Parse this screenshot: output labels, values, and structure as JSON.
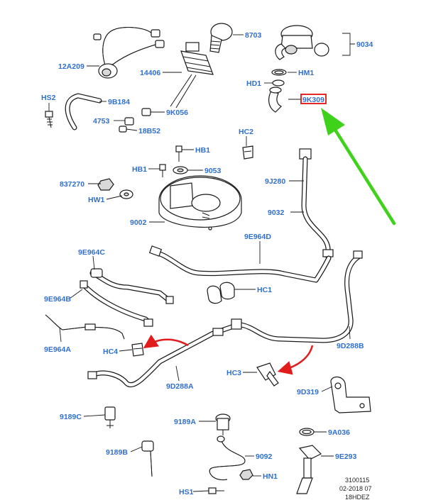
{
  "diagram": {
    "labels": [
      {
        "id": "12A209",
        "text": "12A209"
      },
      {
        "id": "8703",
        "text": "8703"
      },
      {
        "id": "9034",
        "text": "9034"
      },
      {
        "id": "14406",
        "text": "14406"
      },
      {
        "id": "HM1",
        "text": "HM1"
      },
      {
        "id": "HD1",
        "text": "HD1"
      },
      {
        "id": "HS2",
        "text": "HS2"
      },
      {
        "id": "9B184",
        "text": "9B184"
      },
      {
        "id": "9K309",
        "text": "9K309"
      },
      {
        "id": "4753",
        "text": "4753"
      },
      {
        "id": "9K056",
        "text": "9K056"
      },
      {
        "id": "18B52",
        "text": "18B52"
      },
      {
        "id": "HC2",
        "text": "HC2"
      },
      {
        "id": "HB1a",
        "text": "HB1"
      },
      {
        "id": "HB1b",
        "text": "HB1"
      },
      {
        "id": "9053",
        "text": "9053"
      },
      {
        "id": "9J280",
        "text": "9J280"
      },
      {
        "id": "837270",
        "text": "837270"
      },
      {
        "id": "HW1",
        "text": "HW1"
      },
      {
        "id": "9032",
        "text": "9032"
      },
      {
        "id": "9002",
        "text": "9002"
      },
      {
        "id": "9E964D",
        "text": "9E964D"
      },
      {
        "id": "9E964C",
        "text": "9E964C"
      },
      {
        "id": "HC1",
        "text": "HC1"
      },
      {
        "id": "9E964B",
        "text": "9E964B"
      },
      {
        "id": "9E964A",
        "text": "9E964A"
      },
      {
        "id": "9D288B",
        "text": "9D288B"
      },
      {
        "id": "HC4",
        "text": "HC4"
      },
      {
        "id": "HC3",
        "text": "HC3"
      },
      {
        "id": "9D288A",
        "text": "9D288A"
      },
      {
        "id": "9D319",
        "text": "9D319"
      },
      {
        "id": "9189C",
        "text": "9189C"
      },
      {
        "id": "9189A",
        "text": "9189A"
      },
      {
        "id": "9A036",
        "text": "9A036"
      },
      {
        "id": "9189B",
        "text": "9189B"
      },
      {
        "id": "9092",
        "text": "9092"
      },
      {
        "id": "9E293",
        "text": "9E293"
      },
      {
        "id": "HN1",
        "text": "HN1"
      },
      {
        "id": "HS1",
        "text": "HS1"
      }
    ],
    "highlighted_part": "9K309",
    "reference": {
      "line1": "3100115",
      "line2": "02-2018 07",
      "line3": "18HDEZ"
    }
  },
  "colors": {
    "label": "#2f6fd0",
    "highlight_box": "#e01010",
    "pointer_arrow": "#3fd21a",
    "move_arrow": "#e21b1b",
    "line": "#1a1a1a"
  }
}
